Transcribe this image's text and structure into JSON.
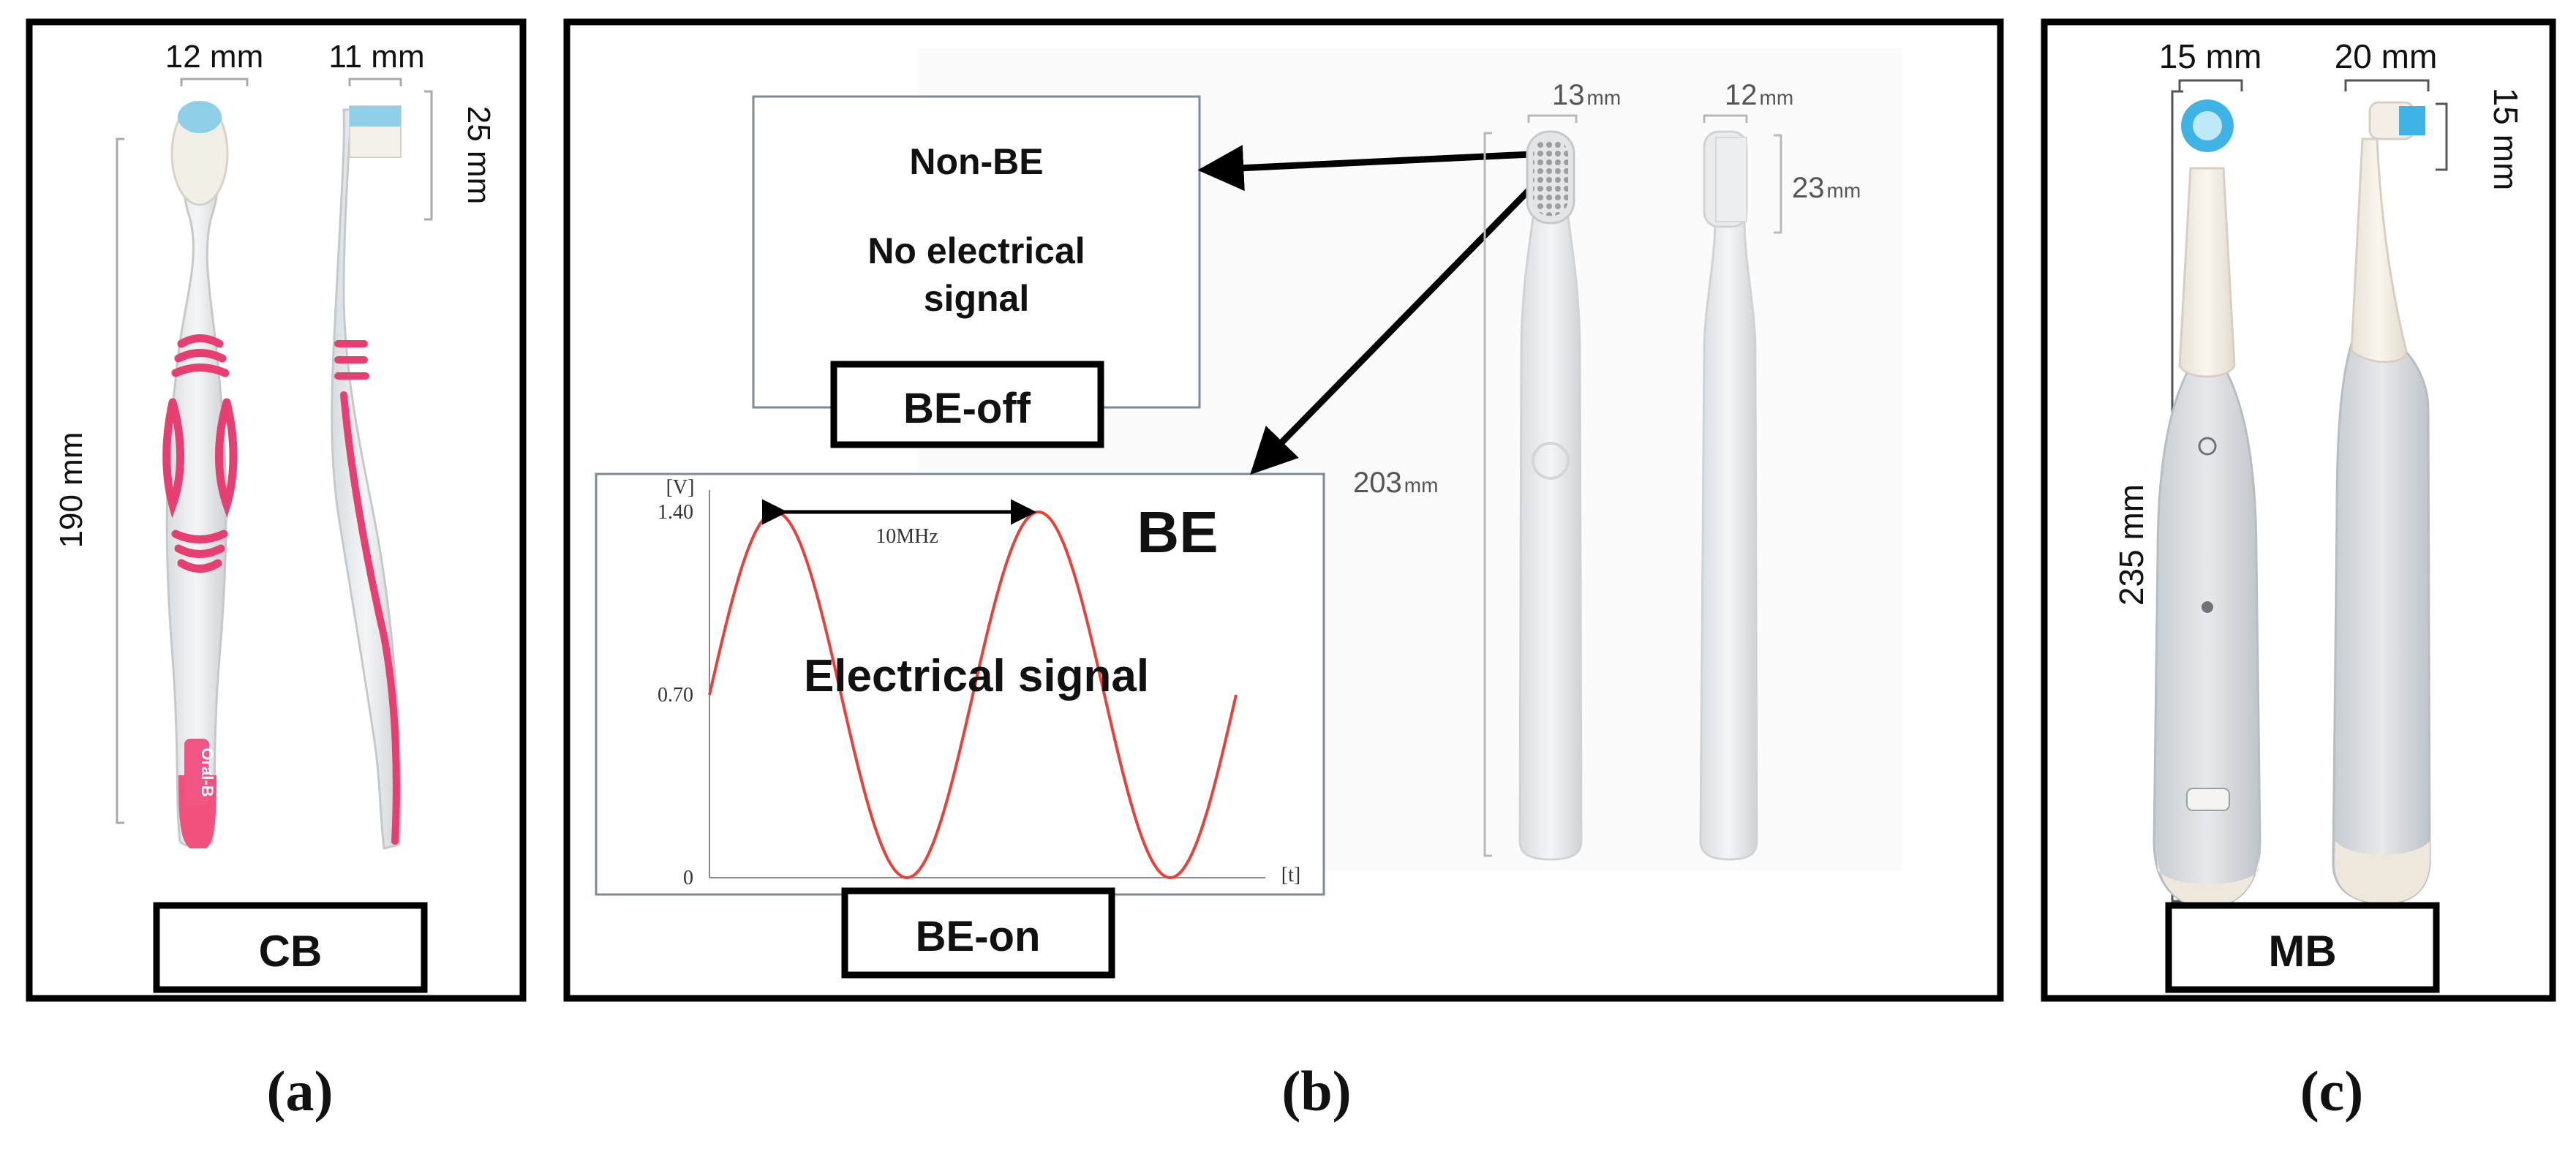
{
  "panel_a": {
    "dim_head_front": "12 mm",
    "dim_head_side": "11 mm",
    "dim_head_height": "25 mm",
    "dim_length": "190 mm",
    "label": "CB",
    "brand": "Oral-B",
    "caption": "(a)"
  },
  "panel_b": {
    "non_be": {
      "title": "Non-BE",
      "line1": "No electrical",
      "line2": "signal",
      "label": "BE-off"
    },
    "be": {
      "title": "BE",
      "signal_text": "Electrical  signal",
      "label": "BE-on"
    },
    "dim_head_front": "13",
    "dim_head_side": "12",
    "dim_head_height": "23",
    "dim_length": "203",
    "unit": "mm",
    "caption": "(b)"
  },
  "panel_c": {
    "dim_head_front": "15 mm",
    "dim_head_side": "20 mm",
    "dim_head_height": "15 mm",
    "dim_length": "235 mm",
    "label": "MB",
    "caption": "(c)"
  },
  "chart_data": {
    "type": "line",
    "title": "",
    "xlabel": "[t]",
    "ylabel": "[V]",
    "yticks": [
      "0",
      "0.70",
      "1.40"
    ],
    "ylim": [
      0,
      1.4
    ],
    "xlim": [
      0,
      2.0
    ],
    "annotation": "10MHz",
    "series": [
      {
        "values_description": "sinusoid",
        "offset": 0.7,
        "amplitude": 0.7,
        "cycles": 2,
        "phase_start_value": 0.7,
        "x": [
          0,
          0.25,
          0.5,
          0.75,
          1.0,
          1.25,
          1.5,
          1.75,
          2.0
        ],
        "y": [
          0.7,
          1.4,
          0.7,
          0,
          0.7,
          1.4,
          0.7,
          0,
          0.7
        ]
      }
    ],
    "color": "#e8413a"
  }
}
